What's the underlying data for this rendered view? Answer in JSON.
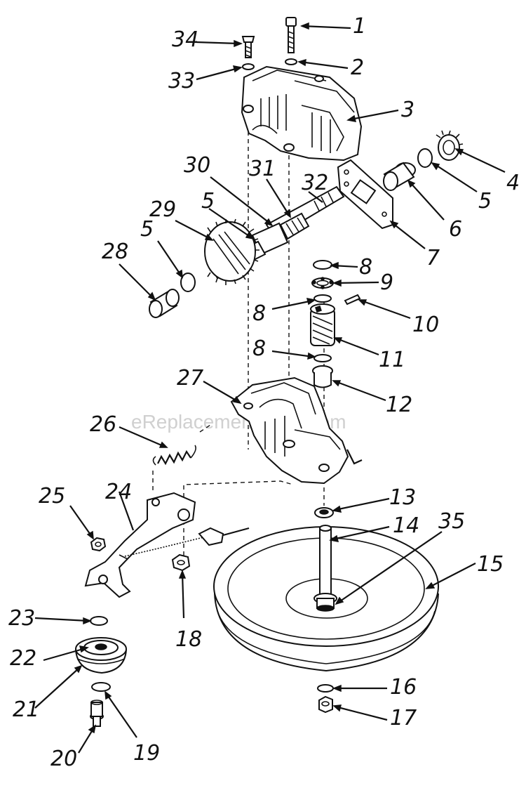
{
  "watermark": "eReplacementParts.com",
  "callouts": {
    "c1": "1",
    "c2": "2",
    "c3": "3",
    "c4": "4",
    "c5a": "5",
    "c5b": "5",
    "c5c": "5",
    "c6": "6",
    "c7": "7",
    "c8a": "8",
    "c8b": "8",
    "c8c": "8",
    "c9": "9",
    "c10": "10",
    "c11": "11",
    "c12": "12",
    "c13": "13",
    "c14": "14",
    "c15": "15",
    "c16": "16",
    "c17": "17",
    "c18": "18",
    "c19": "19",
    "c20": "20",
    "c21": "21",
    "c22": "22",
    "c23": "23",
    "c24": "24",
    "c25": "25",
    "c26": "26",
    "c27": "27",
    "c28": "28",
    "c29": "29",
    "c30": "30",
    "c31": "31",
    "c32": "32",
    "c33": "33",
    "c34": "34",
    "c35": "35"
  }
}
